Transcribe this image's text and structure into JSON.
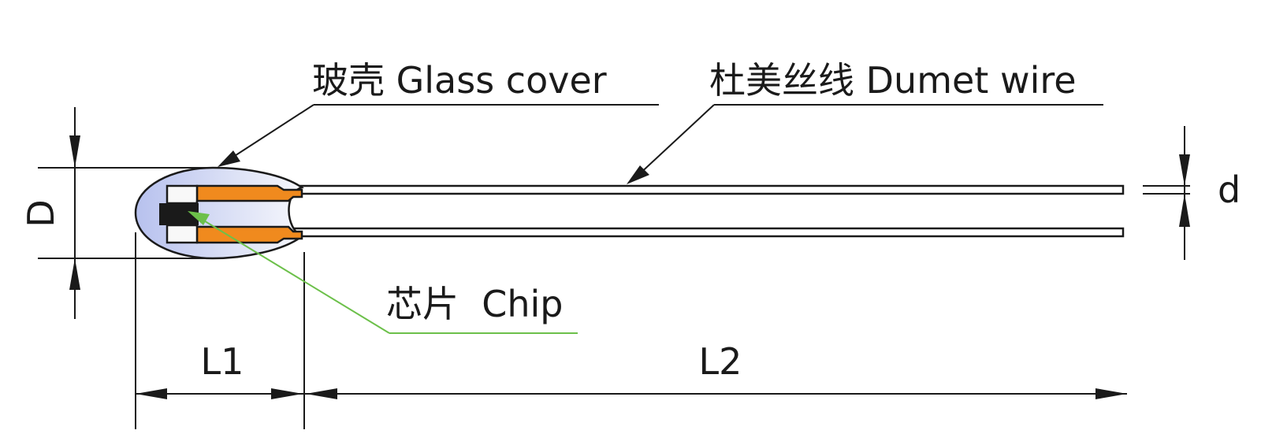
{
  "labels": {
    "glass_cover": "玻壳 Glass cover",
    "dumet_wire": "杜美丝线 Dumet wire",
    "chip": "芯片  Chip",
    "dim_D": "D",
    "dim_d": "d",
    "dim_L1": "L1",
    "dim_L2": "L2"
  },
  "colors": {
    "outline": "#1a1a1a",
    "glass_fill": "#c4cdf0",
    "electrode": "#f08a1e",
    "chip": "#1a1a1a",
    "chip_leader": "#6cc04a",
    "wire_fill": "#ffffff"
  }
}
